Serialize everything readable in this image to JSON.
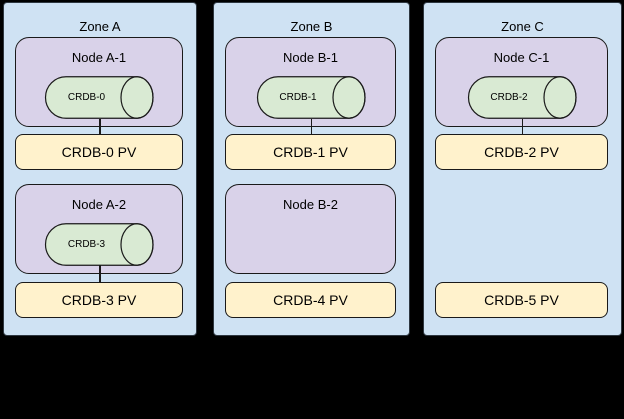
{
  "colors": {
    "background": "#000000",
    "zone_fill": "#cfe2f3",
    "zone_border": "#2e3740",
    "node_fill": "#d9d2e9",
    "pod_fill": "#d9ead3",
    "pv_fill": "#fff2cc",
    "shape_border": "#1a1a1a",
    "text": "#000000"
  },
  "zones": [
    {
      "title": "Zone A",
      "slots": [
        {
          "node_title": "Node A-1",
          "pod_label": "CRDB-0",
          "pv_label": "CRDB-0 PV"
        },
        {
          "node_title": "Node A-2",
          "pod_label": "CRDB-3",
          "pv_label": "CRDB-3 PV"
        }
      ]
    },
    {
      "title": "Zone B",
      "slots": [
        {
          "node_title": "Node B-1",
          "pod_label": "CRDB-1",
          "pv_label": "CRDB-1 PV"
        },
        {
          "node_title": "Node B-2",
          "pod_label": null,
          "pv_label": "CRDB-4 PV"
        }
      ]
    },
    {
      "title": "Zone C",
      "slots": [
        {
          "node_title": "Node C-1",
          "pod_label": "CRDB-2",
          "pv_label": "CRDB-2 PV"
        },
        {
          "node_title": null,
          "pod_label": null,
          "pv_label": "CRDB-5 PV"
        }
      ]
    }
  ]
}
